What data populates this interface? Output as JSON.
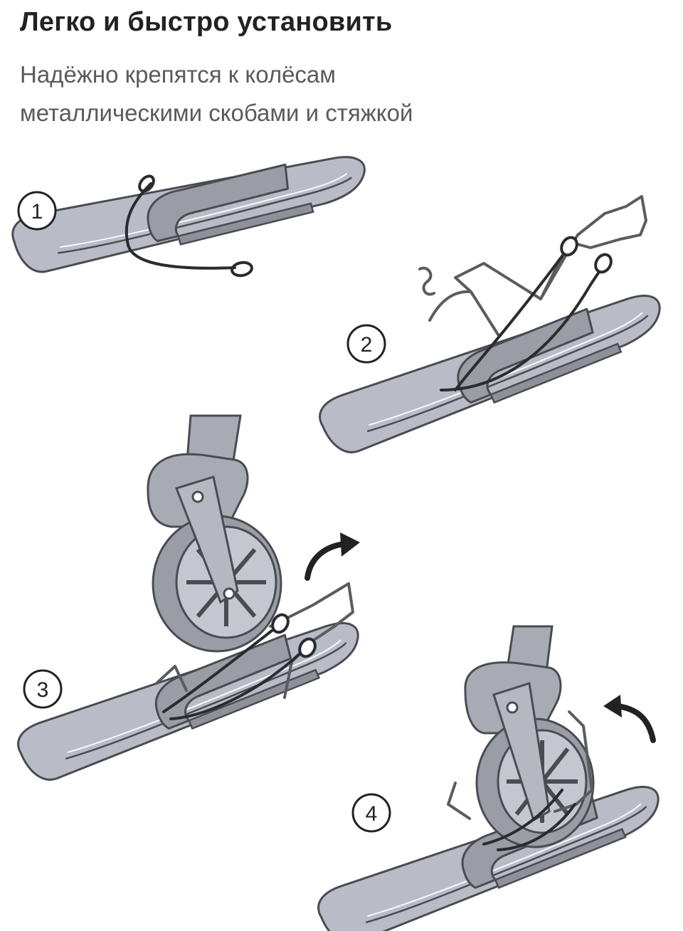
{
  "header": {
    "title": "Легко и быстро установить",
    "subtitle_line1": "Надёжно крепятся к колёсам",
    "subtitle_line2": "металлическими скобами и стяжкой"
  },
  "steps": [
    {
      "number": "1"
    },
    {
      "number": "2"
    },
    {
      "number": "3"
    },
    {
      "number": "4"
    }
  ],
  "colors": {
    "ski_fill": "#b9bcc6",
    "ski_stroke": "#4a4c52",
    "wheel_fill": "#a8abb4",
    "text_dark": "#222222",
    "text_muted": "#5a5a5a"
  }
}
